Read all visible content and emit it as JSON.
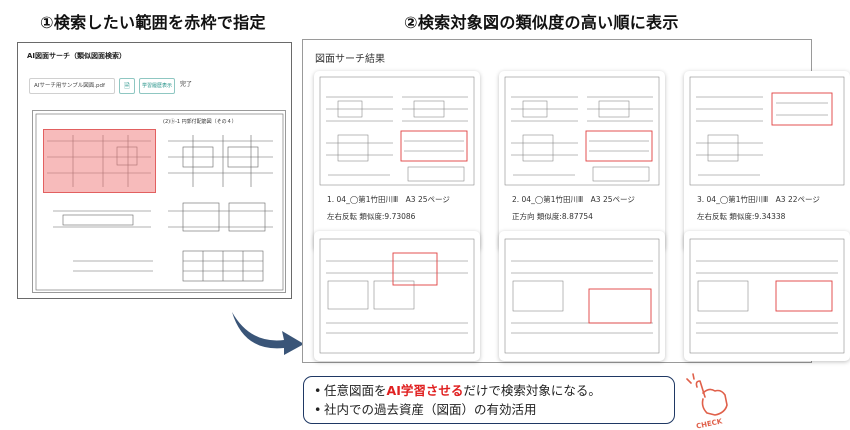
{
  "headings": {
    "left": "①検索したい範囲を赤枠で指定",
    "right": "②検索対象図の類似度の高い順に表示"
  },
  "left_panel": {
    "title": "AI図面サーチ（類似図面検索）",
    "file_name": "AIサーチ用サンプル図面.pdf",
    "learn_button": "学習履歴表示",
    "status": "完了",
    "drawing_title": "(2)ⓑ-1 円郭付配筋図（その４）"
  },
  "right_panel": {
    "title": "図面サーチ結果",
    "results": [
      {
        "name": "1. 04_◯第1竹田川Ⅲ　A3 25ページ",
        "score": "左右反転 類似度:9.73086"
      },
      {
        "name": "2. 04_◯第1竹田川Ⅲ　A3 25ページ",
        "score": "正方向 類似度:8.87754"
      },
      {
        "name": "3. 04_◯第1竹田川Ⅲ　A3 22ページ",
        "score": "左右反転 類似度:9.34338"
      }
    ]
  },
  "callout": {
    "line1_pre": "任意図面を",
    "line1_highlight": "AI学習させる",
    "line1_post": "だけで検索対象になる。",
    "line2": "社内での過去資産（図面）の有効活用",
    "bullet": "•"
  },
  "badge": {
    "label": "CHECK"
  },
  "colors": {
    "highlight": "#e02020",
    "callout_border": "#1f3864",
    "arrow": "#3a5578",
    "selection": "#f07878",
    "badge": "#e0604a"
  }
}
